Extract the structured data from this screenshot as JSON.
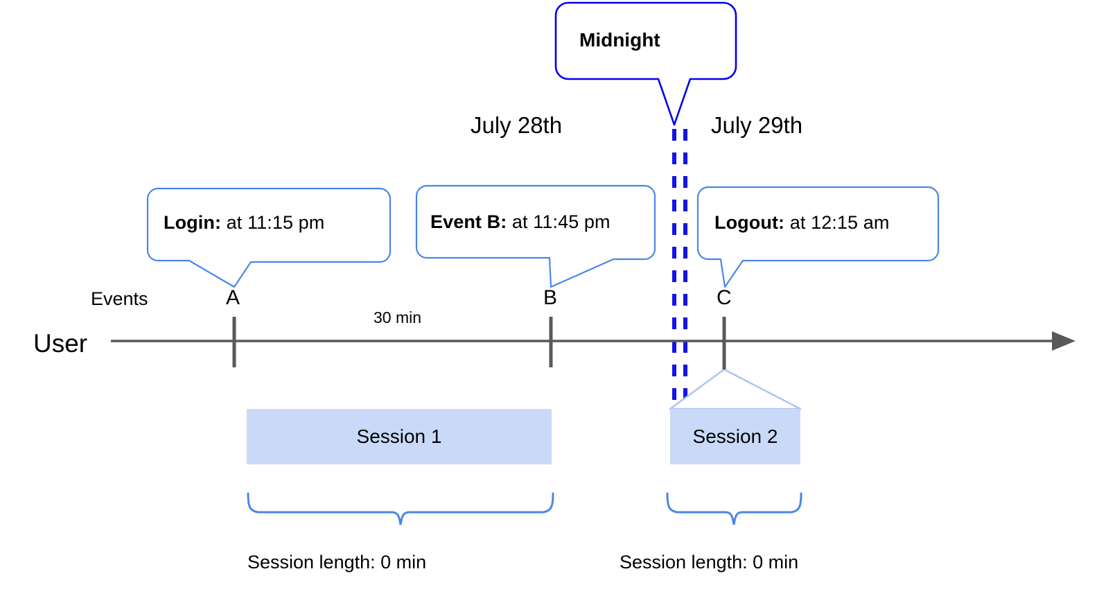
{
  "diagram": {
    "title": "User session timeline across midnight",
    "colors": {
      "callout_border": "#4a86e8",
      "midnight_border": "#0000ee",
      "midnight_dash": "#1414e6",
      "session_fill": "#c9daf8",
      "session_tent": "#a8c4f0",
      "axis": "#595959",
      "brace": "#4a86e8",
      "text": "#000000"
    }
  },
  "midnight_callout": {
    "label": "Midnight"
  },
  "day_labels": [
    {
      "text": "July 28th"
    },
    {
      "text": "July 29th"
    }
  ],
  "event_callouts": [
    {
      "lead": "Login:",
      "rest": " at 11:15 pm"
    },
    {
      "lead": "Event B:",
      "rest": " at 11:45 pm"
    },
    {
      "lead": "Logout:",
      "rest": " at 12:15 am"
    }
  ],
  "axis": {
    "row_label": "User",
    "events_label": "Events",
    "gap_label": "30 min",
    "ticks": [
      {
        "label": "A"
      },
      {
        "label": "B"
      },
      {
        "label": "C"
      }
    ]
  },
  "sessions": [
    {
      "label": "Session 1",
      "length_caption": "Session length: 0 min"
    },
    {
      "label": "Session 2",
      "length_caption": "Session length: 0 min"
    }
  ],
  "chart_data": {
    "type": "timeline",
    "title": "User session timeline across midnight",
    "xlabel": "",
    "ylabel": "User",
    "days": [
      "July 28th",
      "July 29th"
    ],
    "midnight_marker": "Midnight",
    "events": [
      {
        "tick": "A",
        "name": "Login",
        "time": "11:15 pm",
        "day": "July 28th"
      },
      {
        "tick": "B",
        "name": "Event B",
        "time": "11:45 pm",
        "day": "July 28th"
      },
      {
        "tick": "C",
        "name": "Logout",
        "time": "12:15 am",
        "day": "July 29th"
      }
    ],
    "intervals": [
      {
        "from": "A",
        "to": "B",
        "label": "30 min"
      }
    ],
    "sessions": [
      {
        "name": "Session 1",
        "from": "A",
        "to": "B",
        "length": "0 min"
      },
      {
        "name": "Session 2",
        "from": "C",
        "to": "C",
        "length": "0 min"
      }
    ]
  }
}
